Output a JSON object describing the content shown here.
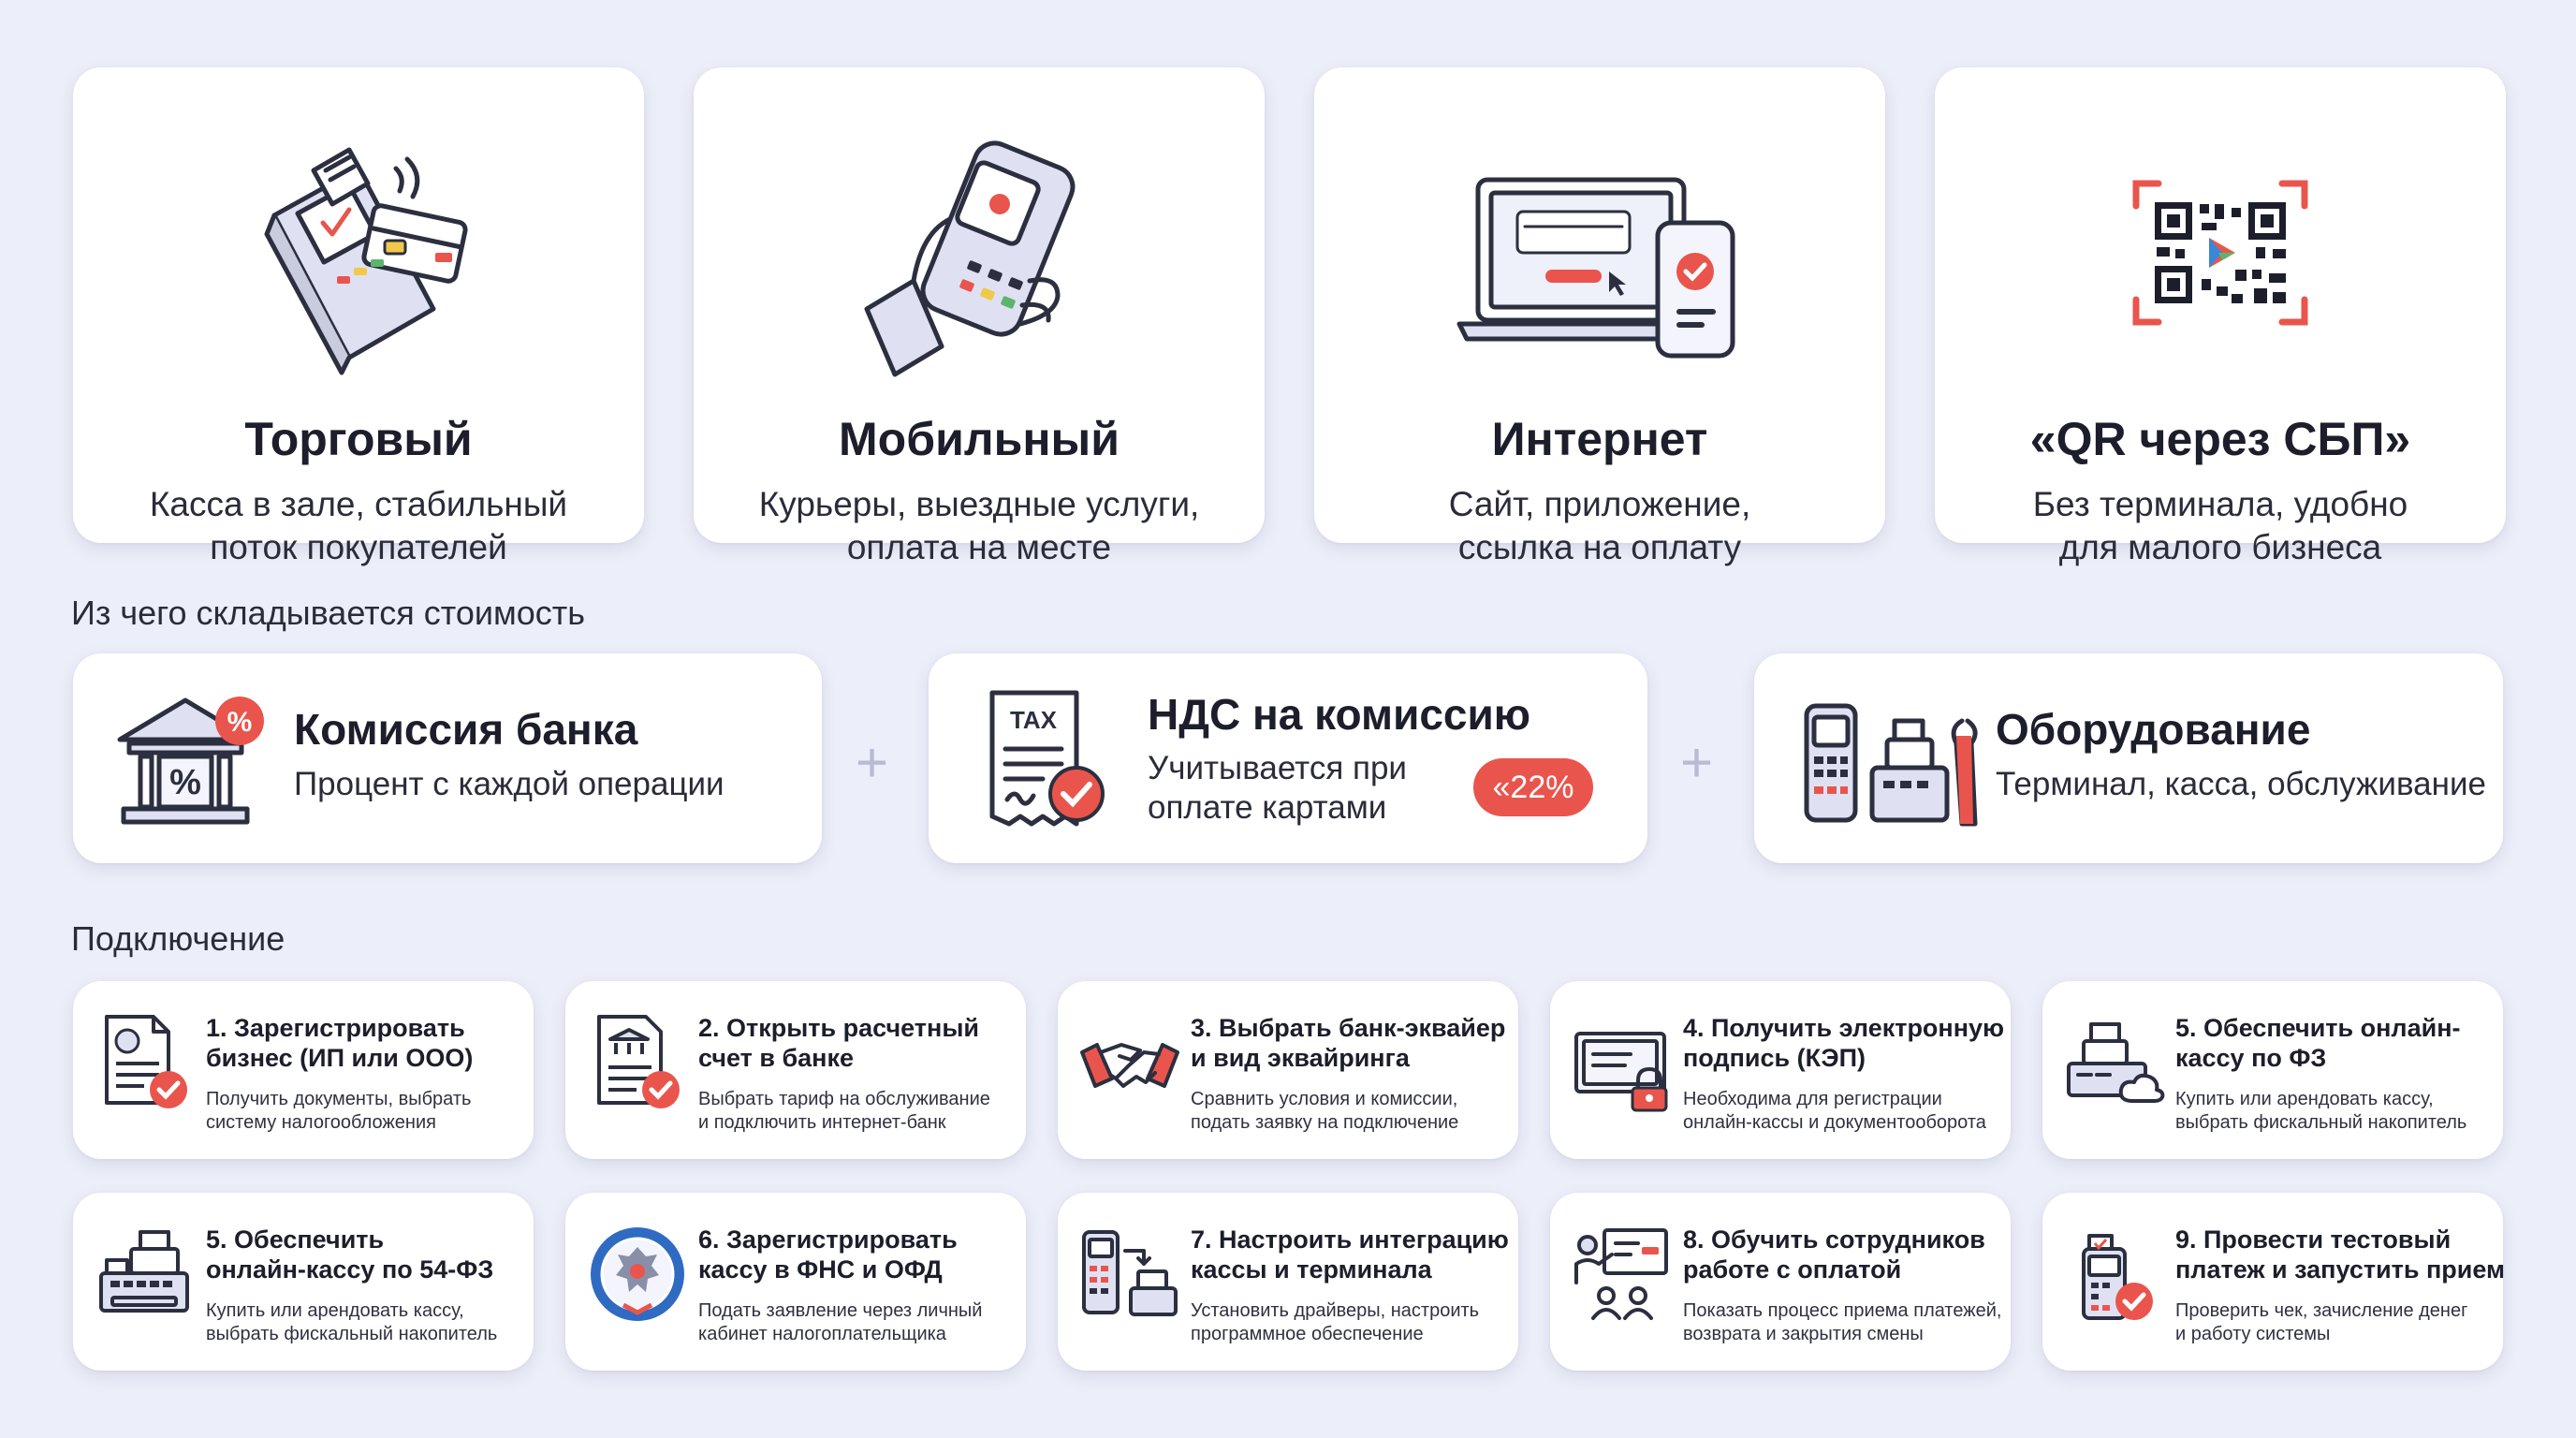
{
  "types": [
    {
      "title": "Торговый",
      "desc": [
        "Касса в зале, стабильный",
        "поток покупателей"
      ],
      "icon": "pos-terminal-icon"
    },
    {
      "title": "Мобильный",
      "desc": [
        "Курьеры, выездные услуги,",
        "оплата на месте"
      ],
      "icon": "mobile-terminal-icon"
    },
    {
      "title": "Интернет",
      "desc": [
        "Сайт, приложение,",
        "ссылка на оплату"
      ],
      "icon": "laptop-phone-icon"
    },
    {
      "title": "«QR через СБП»",
      "desc": [
        "Без терминала, удобно",
        "для малого бизнеса"
      ],
      "icon": "qr-code-icon"
    }
  ],
  "cost_section": {
    "label": "Из чего складывается стоимость",
    "plus": "+",
    "items": [
      {
        "title": "Комиссия банка",
        "desc": [
          "Процент с каждой операции"
        ],
        "icon": "bank-percent-icon"
      },
      {
        "title": "НДС на комиссию",
        "desc": [
          "Учитывается при",
          "оплате картами"
        ],
        "badge": "«22%",
        "icon": "tax-receipt-icon"
      },
      {
        "title": "Оборудование",
        "desc": [
          "Терминал, касса, обслуживание"
        ],
        "icon": "equipment-icon"
      }
    ]
  },
  "connect_section": {
    "label": "Подключение",
    "steps": [
      {
        "title": [
          "1. Зарегистрировать",
          "бизнес (ИП или ООО)"
        ],
        "desc": [
          "Получить документы, выбрать",
          "систему налогообложения"
        ],
        "icon": "document-check-icon"
      },
      {
        "title": [
          "2. Открыть расчетный",
          "счет в банке"
        ],
        "desc": [
          "Выбрать тариф на обслуживание",
          "и подключить интернет-банк"
        ],
        "icon": "bank-document-icon"
      },
      {
        "title": [
          "3. Выбрать банк-эквайер",
          "и вид эквайринга"
        ],
        "desc": [
          "Сравнить условия и комиссии,",
          "подать заявку на подключение"
        ],
        "icon": "handshake-icon"
      },
      {
        "title": [
          "4. Получить электронную",
          "подпись (КЭП)"
        ],
        "desc": [
          "Необходима для регистрации",
          "онлайн-кассы и документооборота"
        ],
        "icon": "certificate-lock-icon"
      },
      {
        "title": [
          "5. Обеспечить онлайн-",
          "кассу по ФЗ"
        ],
        "desc": [
          "Купить или арендовать кассу,",
          "выбрать фискальный накопитель"
        ],
        "icon": "cash-register-cloud-icon"
      },
      {
        "title": [
          "5. Обеспечить",
          "онлайн-кассу по 54-ФЗ"
        ],
        "desc": [
          "Купить или арендовать кассу,",
          "выбрать фискальный накопитель"
        ],
        "icon": "cash-register-icon"
      },
      {
        "title": [
          "6. Зарегистрировать",
          "кассу в ФНС и ОФД"
        ],
        "desc": [
          "Подать заявление через личный",
          "кабинет налогоплательщика"
        ],
        "icon": "tax-service-seal-icon"
      },
      {
        "title": [
          "7. Настроить интеграцию",
          "кассы и терминала"
        ],
        "desc": [
          "Установить драйверы, настроить",
          "программное обеспечение"
        ],
        "icon": "terminal-register-sync-icon"
      },
      {
        "title": [
          "8. Обучить сотрудников",
          "работе с оплатой"
        ],
        "desc": [
          "Показать процесс приема платежей,",
          "возврата и закрытия смены"
        ],
        "icon": "training-icon"
      },
      {
        "title": [
          "9. Провести тестовый",
          "платеж и запустить прием"
        ],
        "desc": [
          "Проверить чек, зачисление денег",
          "и работу системы"
        ],
        "icon": "terminal-check-icon"
      }
    ]
  },
  "colors": {
    "accent": "#e9554c",
    "background": "#eceef9",
    "line": "#2c2f3f",
    "fill": "#dfe1f3"
  }
}
